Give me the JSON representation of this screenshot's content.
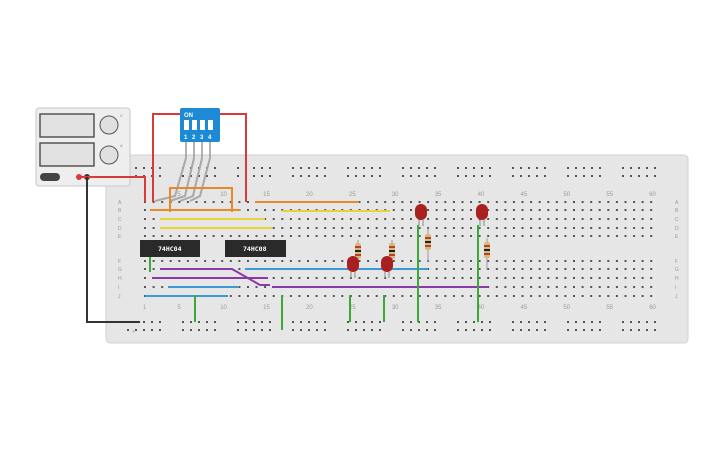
{
  "breadboard": {
    "column_numbers": [
      "1",
      "5",
      "10",
      "15",
      "20",
      "25",
      "30",
      "35",
      "40",
      "45",
      "50",
      "55",
      "60"
    ],
    "row_letters_top": [
      "A",
      "B",
      "C",
      "D",
      "E"
    ],
    "row_letters_bottom": [
      "F",
      "G",
      "H",
      "I",
      "J"
    ],
    "rail_sign": "+"
  },
  "chips": [
    {
      "label": "74HC04"
    },
    {
      "label": "74HC08"
    }
  ],
  "dip_switch": {
    "on_label": "ON",
    "numbers": [
      "1",
      "2",
      "3",
      "4"
    ]
  },
  "power_supply": {
    "knob_labels": [
      "V",
      "A"
    ]
  },
  "colors": {
    "board": "#e6e6e6",
    "wire_red": "#d63a3a",
    "wire_black": "#333333",
    "wire_orange": "#e8882a",
    "wire_yellow": "#e8d23a",
    "wire_blue": "#3a9ad6",
    "wire_purple": "#8a3aa8",
    "wire_green": "#3aa83a",
    "wire_gray": "#a8a8a8",
    "led": "#a82020",
    "dip": "#1e8ad6"
  }
}
